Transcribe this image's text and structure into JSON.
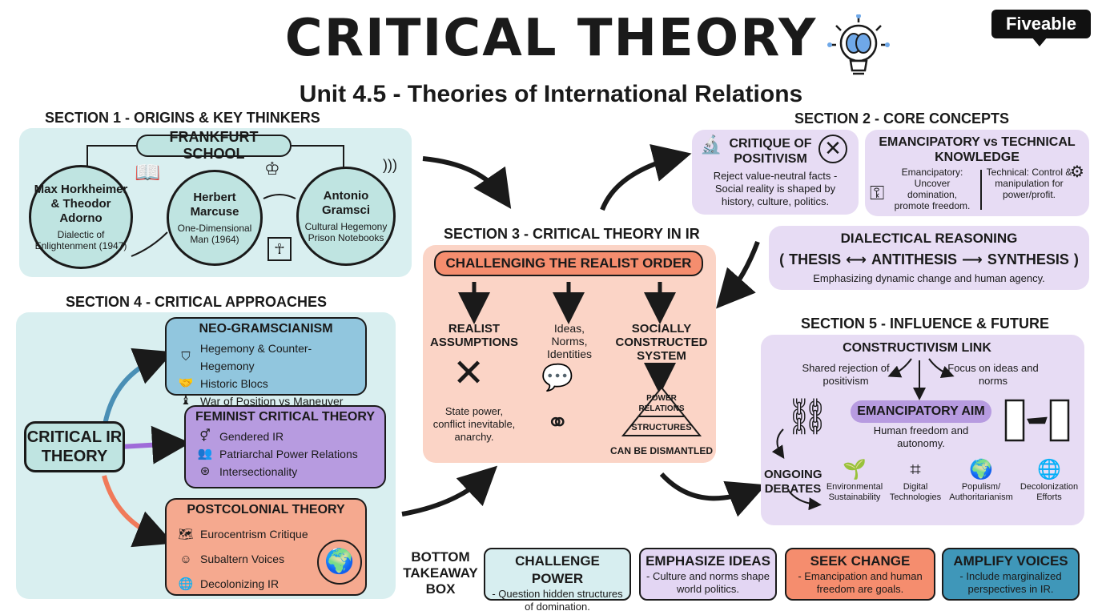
{
  "header": {
    "title": "CRITICAL THEORY",
    "subtitle": "Unit 4.5 - Theories of International Relations",
    "logo": "Fiveable",
    "icon": "lightbulb-brain-icon"
  },
  "section1": {
    "heading": "SECTION 1 - ORIGINS & KEY THINKERS",
    "school": "FRANKFURT SCHOOL",
    "thinkers": [
      {
        "name": "Max Horkheimer & Theodor Adorno",
        "work": "Dialectic of Enlightenment (1947)"
      },
      {
        "name": "Herbert Marcuse",
        "work": "One-Dimensional Man (1964)"
      },
      {
        "name": "Antonio Gramsci",
        "work": "Cultural Hegemony Prison Notebooks"
      }
    ]
  },
  "section2": {
    "heading": "SECTION 2 - CORE CONCEPTS",
    "critique": {
      "title": "CRITIQUE OF POSITIVISM",
      "text": "Reject value-neutral facts - Social reality is shaped by history, culture, politics."
    },
    "knowledge": {
      "title": "EMANCIPATORY vs TECHNICAL KNOWLEDGE",
      "left": "Emancipatory: Uncover domination, promote freedom.",
      "right": "Technical: Control & manipulation for power/profit."
    },
    "dialectic": {
      "title": "DIALECTICAL REASONING",
      "thesis": "THESIS",
      "antithesis": "ANTITHESIS",
      "synthesis": "SYNTHESIS",
      "text": "Emphasizing dynamic change and human agency."
    }
  },
  "section3": {
    "heading": "SECTION 3 - CRITICAL THEORY IN IR",
    "banner": "CHALLENGING THE REALIST ORDER",
    "col1": {
      "title": "REALIST ASSUMPTIONS",
      "text": "State power, conflict inevitable, anarchy."
    },
    "col2": {
      "title": "Ideas, Norms, Identities"
    },
    "col3": {
      "title": "SOCIALLY CONSTRUCTED SYSTEM",
      "pyramid_top": "POWER RELATIONS",
      "pyramid_bottom": "STRUCTURES",
      "footer": "CAN BE DISMANTLED"
    }
  },
  "section4": {
    "heading": "SECTION 4 - CRITICAL APPROACHES",
    "center": "CRITICAL IR THEORY",
    "neo": {
      "title": "NEO-GRAMSCIANISM",
      "items": [
        "Hegemony & Counter-Hegemony",
        "Historic Blocs",
        "War of Position vs Maneuver"
      ]
    },
    "feminist": {
      "title": "FEMINIST CRITICAL THEORY",
      "items": [
        "Gendered IR",
        "Patriarchal Power Relations",
        "Intersectionality"
      ]
    },
    "postcolonial": {
      "title": "POSTCOLONIAL THEORY",
      "items": [
        "Eurocentrism Critique",
        "Subaltern Voices",
        "Decolonizing IR"
      ]
    }
  },
  "section5": {
    "heading": "SECTION 5 - INFLUENCE & FUTURE",
    "constructivism": "CONSTRUCTIVISM LINK",
    "left_note": "Shared rejection of positivism",
    "right_note": "Focus on ideas and norms",
    "aim_title": "EMANCIPATORY AIM",
    "aim_text": "Human freedom and autonomy.",
    "debates": "ONGOING DEBATES",
    "topics": [
      "Environmental Sustainability",
      "Digital Technologies",
      "Populism/ Authoritarianism",
      "Decolonization Efforts"
    ]
  },
  "takeaways": {
    "label": "BOTTOM TAKEAWAY BOX",
    "items": [
      {
        "title": "CHALLENGE POWER",
        "text": "- Question hidden structures of domination.",
        "color": "#d7eef0"
      },
      {
        "title": "EMPHASIZE IDEAS",
        "text": "- Culture and norms shape world politics.",
        "color": "#e3d6f3"
      },
      {
        "title": "SEEK CHANGE",
        "text": "- Emancipation and human freedom are goals.",
        "color": "#f58d6e"
      },
      {
        "title": "AMPLIFY VOICES",
        "text": "- Include marginalized perspectives in IR.",
        "color": "#3f97b9"
      }
    ]
  }
}
